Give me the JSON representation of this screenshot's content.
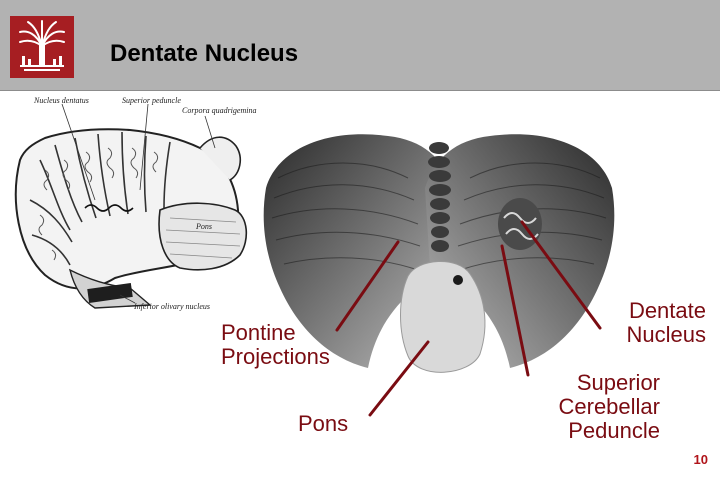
{
  "slide": {
    "title": "Dentate Nucleus",
    "page_number": "10",
    "brand_color": "#a61e22",
    "header_color": "#b2b2b2",
    "label_color": "#7a0c12",
    "logo_icon": "palmetto-tree-icon"
  },
  "sketch": {
    "labels": {
      "nucleus_dentatus": "Nucleus dentatus",
      "superior_peduncle": "Superior peduncle",
      "corpora_quadrigemina": "Corpora quadrigemina",
      "pons": "Pons",
      "inferior_olivary_nucleus": "Inferior olivary nucleus"
    }
  },
  "annotations": {
    "pontine_projections": [
      "Pontine",
      "Projections"
    ],
    "pons": "Pons",
    "dentate_nucleus": [
      "Dentate",
      "Nucleus"
    ],
    "superior_cerebellar_peduncle": [
      "Superior",
      "Cerebellar",
      "Peduncle"
    ]
  }
}
